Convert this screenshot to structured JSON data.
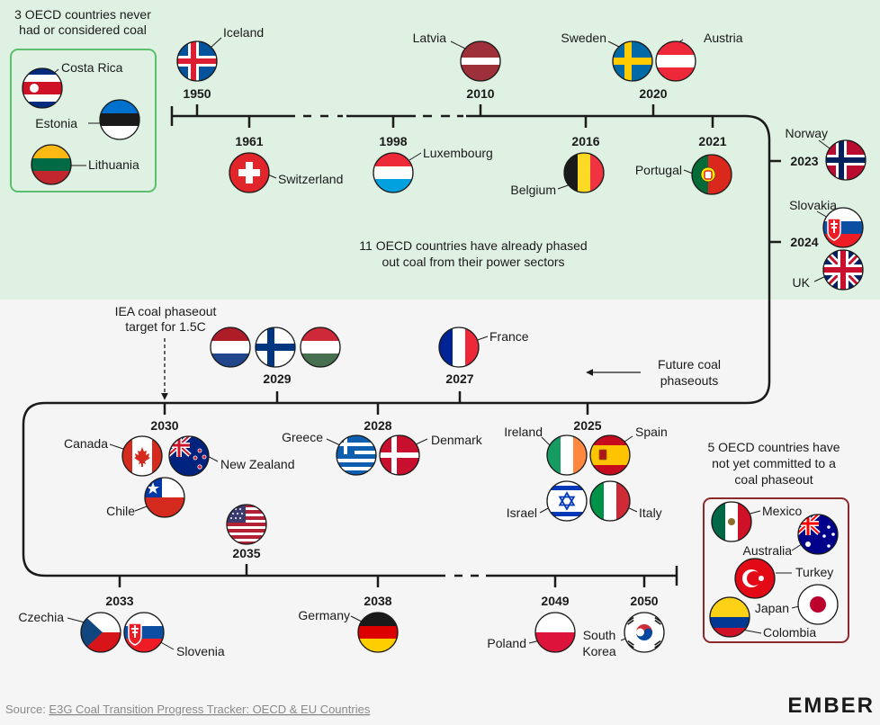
{
  "never_box": {
    "title_line1": "3 OECD countries never",
    "title_line2": "had or considered coal",
    "countries": [
      "Costa Rica",
      "Estonia",
      "Lithuania"
    ]
  },
  "phased_out": {
    "note_line1": "11 OECD countries have already phased",
    "note_line2": "out coal from their power sectors",
    "years": [
      "1950",
      "1961",
      "1998",
      "2010",
      "2016",
      "2020",
      "2021",
      "2023",
      "2024"
    ],
    "countries": [
      "Iceland",
      "Switzerland",
      "Luxembourg",
      "Latvia",
      "Belgium",
      "Sweden",
      "Austria",
      "Portugal",
      "Norway",
      "Slovakia",
      "UK"
    ]
  },
  "future": {
    "arrow_label_line1": "Future coal",
    "arrow_label_line2": "phaseouts",
    "iea_line1": "IEA coal phaseout",
    "iea_line2": "target for 1.5C",
    "years": [
      "2029",
      "2027",
      "2025",
      "2028",
      "2030",
      "2035",
      "2033",
      "2038",
      "2049",
      "2050"
    ],
    "countries": [
      "France",
      "Ireland",
      "Spain",
      "Israel",
      "Italy",
      "Greece",
      "Denmark",
      "Canada",
      "New Zealand",
      "Chile",
      "Czechia",
      "Slovenia",
      "Germany",
      "Poland",
      "South",
      "Korea"
    ]
  },
  "not_committed": {
    "title_line1": "5 OECD countries have",
    "title_line2": "not yet committed to a",
    "title_line3": "coal phaseout",
    "countries": [
      "Mexico",
      "Australia",
      "Turkey",
      "Japan",
      "Colombia"
    ]
  },
  "footer": {
    "source_prefix": "Source: ",
    "source_link": "E3G Coal Transition Progress Tracker: OECD & EU Countries",
    "logo": "EMBER"
  },
  "colors": {
    "top_bg": "#dff1e2",
    "bottom_bg": "#f5f5f5",
    "green_border": "#5bbf6e",
    "red_border": "#8b2a2a",
    "line": "#1a1a1a"
  }
}
